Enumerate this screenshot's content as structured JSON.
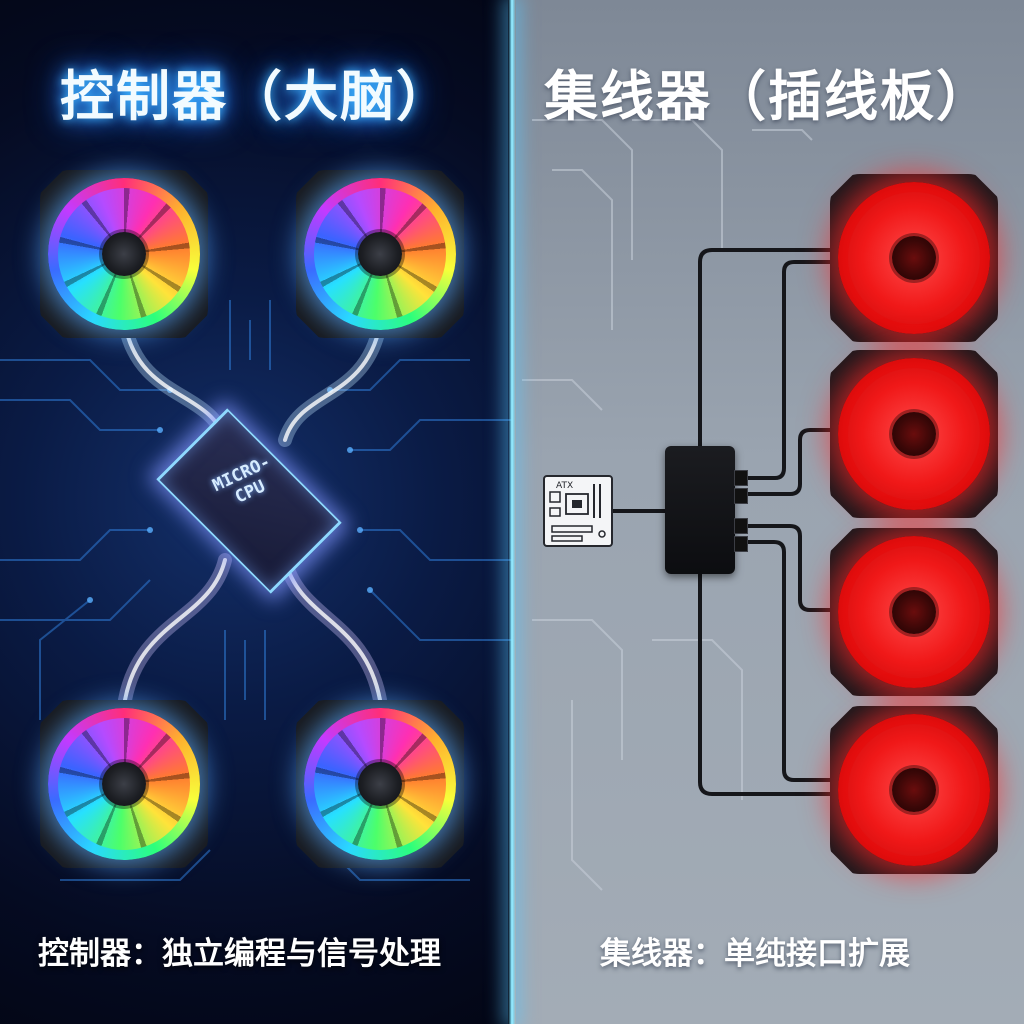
{
  "left": {
    "heading": "控制器（大脑）",
    "chip_label_line1": "MICRO-",
    "chip_label_line2": "CPU",
    "caption": "控制器：独立编程与信号处理",
    "fan_style": "rgb",
    "fan_count": 4
  },
  "right": {
    "heading": "集线器（插线板）",
    "caption": "集线器：单纯接口扩展",
    "fan_style": "red",
    "fan_count": 4,
    "motherboard_label": "ATX"
  },
  "colors": {
    "left_bg": "#050b22",
    "right_bg": "#9aa4b0",
    "glow_blue": "#2a86ff",
    "fan_red": "#f01818",
    "divider": "#7fe6ff"
  },
  "icons": [
    "rgb-fan-icon",
    "red-fan-icon",
    "microcontroller-chip-icon",
    "fan-hub-icon",
    "motherboard-icon"
  ]
}
